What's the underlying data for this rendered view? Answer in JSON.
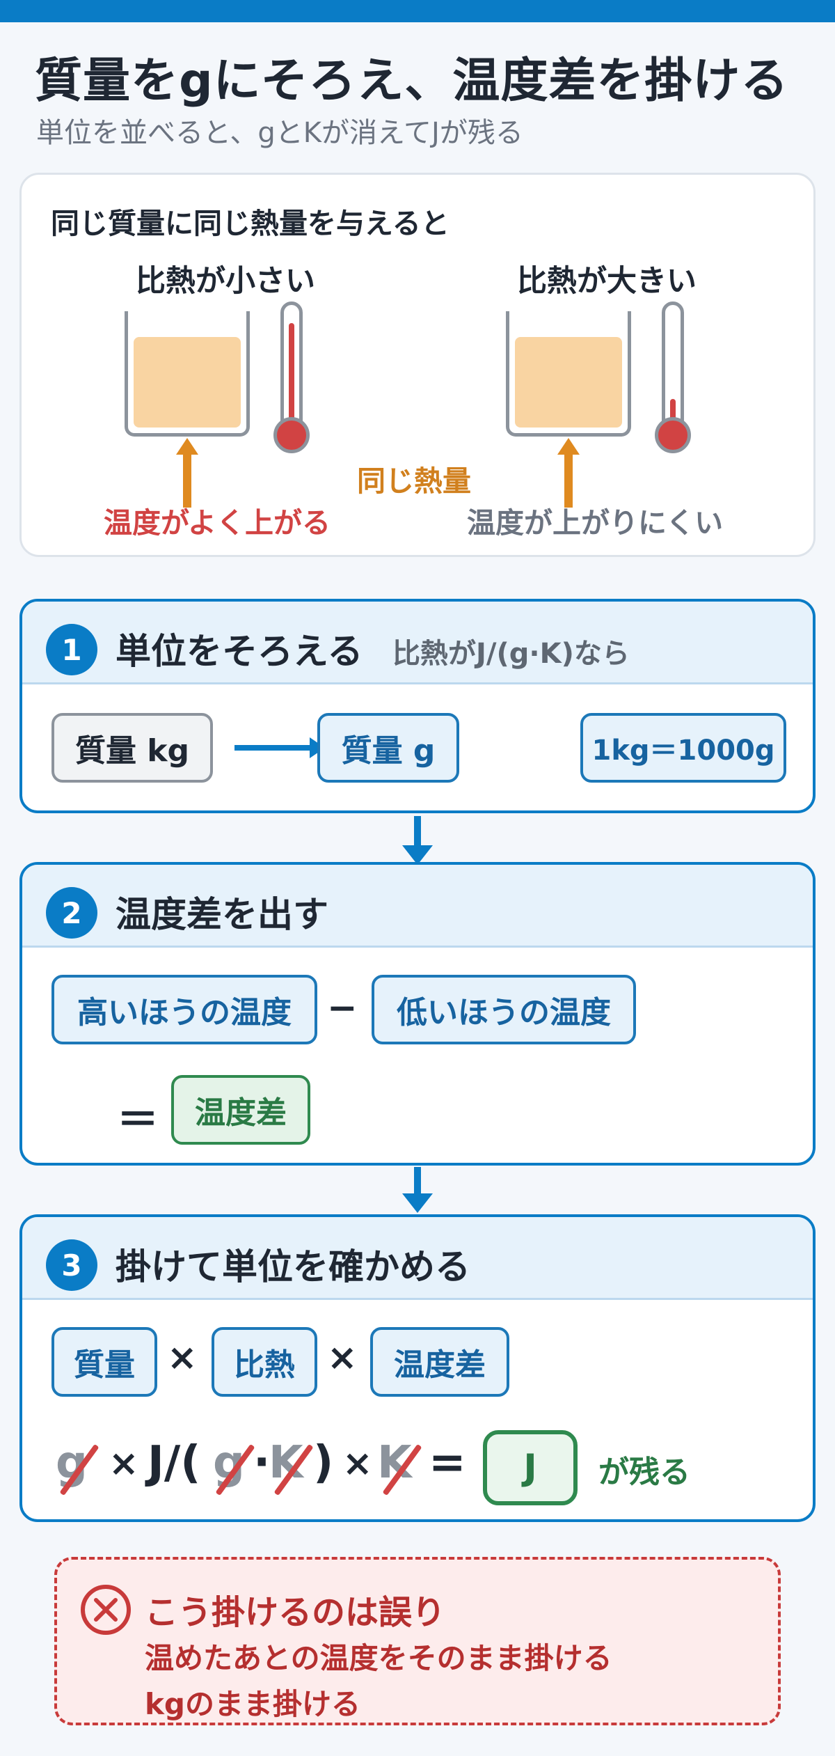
{
  "header": {
    "title": "質量をgにそろえ、温度差を掛ける",
    "subtitle": "単位を並べると、gとKが消えてJが残る"
  },
  "intro": {
    "title": "同じ質量に同じ熱量を与えると",
    "left_label": "比熱が小さい",
    "right_label": "比熱が大きい",
    "same_heat": "同じ熱量",
    "left_result": "温度がよく上がる",
    "right_result": "温度が上がりにくい",
    "left_thermometer_level": 0.88,
    "right_thermometer_level": 0.28
  },
  "step1": {
    "number": "1",
    "title": "単位をそろえる",
    "note": "比熱がJ/(g·K)なら",
    "from": "質量 kg",
    "to": "質量 g",
    "conversion": "1kg＝1000g"
  },
  "step2": {
    "number": "2",
    "title": "温度差を出す",
    "high": "高いほうの温度",
    "minus": "−",
    "low": "低いほうの温度",
    "equals": "＝",
    "result": "温度差"
  },
  "step3": {
    "number": "3",
    "title": "掛けて単位を確かめる",
    "term1": "質量",
    "term2": "比熱",
    "term3": "温度差",
    "times": "×",
    "unit_g": "g",
    "unit_times": "×",
    "unit_j_open": "J/(",
    "unit_g2": "g",
    "unit_dot": "·",
    "unit_k": "K",
    "unit_close": ")",
    "unit_times2": "×",
    "unit_k2": "K",
    "unit_equals": "=",
    "result": "J",
    "remain": "が残る"
  },
  "warning": {
    "title": "こう掛けるのは誤り",
    "line1": "温めたあとの温度をそのまま掛ける",
    "line2": "kgのまま掛ける"
  },
  "colors": {
    "accent": "#0a7cc6",
    "danger": "#d14343",
    "heat": "#df8a20",
    "success": "#2f8a4f"
  }
}
